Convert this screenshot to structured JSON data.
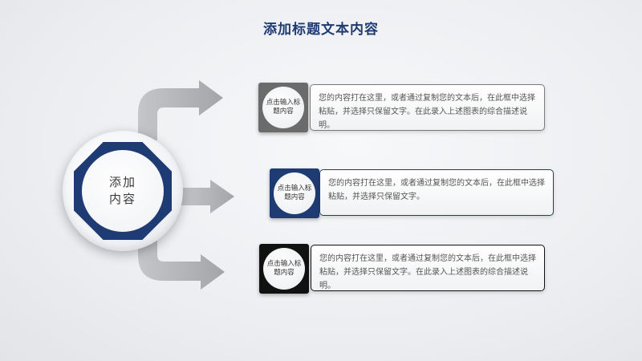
{
  "title": "添加标题文本内容",
  "hub": {
    "text": "添加内容"
  },
  "items": [
    {
      "badge_label": "点击输入标题内容",
      "description": "您的内容打在这里，或者通过复制您的文本后，在此框中选择粘贴，并选择只保留文字。在此录入上述图表的综合描述说明。",
      "badge_color": "#6b6b6b",
      "border_color": "#7a7a7a"
    },
    {
      "badge_label": "点击输入标题内容",
      "description": "您的内容打在这里，或者通过复制您的文本后，在此框中选择粘贴，并选择只保留文字。",
      "badge_color": "#1f3b73",
      "border_color": "#1f3b73"
    },
    {
      "badge_label": "点击输入标题内容",
      "description": "您的内容打在这里，或者通过复制您的文本后，在此框中选择粘贴，并选择只保留文字。在此录入上述图表的综合描述说明。",
      "badge_color": "#111111",
      "border_color": "#111111"
    }
  ]
}
